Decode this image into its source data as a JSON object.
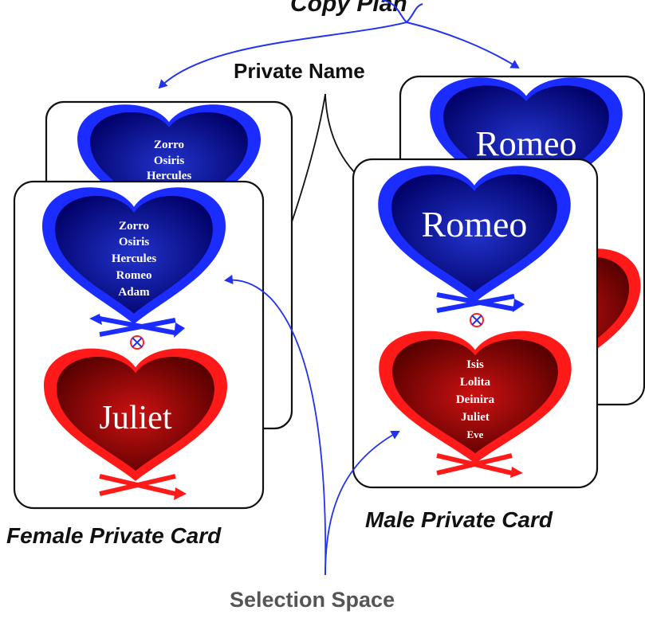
{
  "labels": {
    "top_partial": "Copy Plan",
    "private_name": "Private Name",
    "female_card": "Female Private Card",
    "male_card": "Male Private Card",
    "selection_space": "Selection Space"
  },
  "female_card": {
    "back_blue_names": [
      "Zorro",
      "Osiris",
      "Hercules"
    ],
    "front_blue_names": [
      "Zorro",
      "Osiris",
      "Hercules",
      "Romeo",
      "Adam"
    ],
    "front_red_name": "Juliet"
  },
  "male_card": {
    "back_blue_name": "Romeo",
    "front_blue_name": "Romeo",
    "front_red_names": [
      "Isis",
      "Lolita",
      "Deinira",
      "Juliet",
      "Eve"
    ]
  },
  "colors": {
    "blue_outer": "#1a2cff",
    "blue_inner_light": "#2233cc",
    "blue_inner_dark": "#000066",
    "red_outer": "#ff1a1a",
    "red_inner_light": "#cc1111",
    "red_inner_dark": "#550000",
    "connector_blue": "#2233ee",
    "connector_black": "#111111"
  }
}
